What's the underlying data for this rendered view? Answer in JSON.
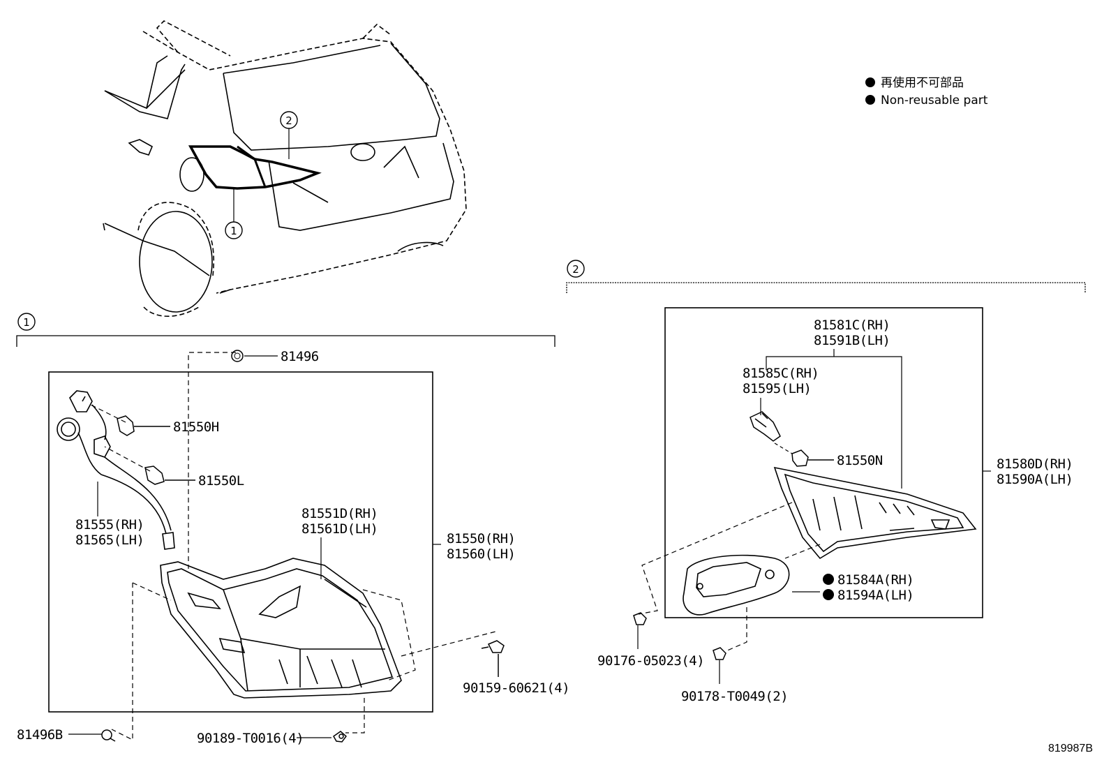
{
  "legend": {
    "marker_color": "#000000",
    "line_jp": "再使用不可部品",
    "line_en": "Non-reusable part"
  },
  "callouts": {
    "one": "1",
    "two": "2"
  },
  "section1": {
    "label": "1",
    "parts": {
      "p81496": "81496",
      "p81550H": "81550H",
      "p81550L": "81550L",
      "p81555": "81555(RH)",
      "p81565": "81565(LH)",
      "p81551D": "81551D(RH)",
      "p81561D": "81561D(LH)",
      "p81550RH": "81550(RH)",
      "p81560LH": "81560(LH)",
      "p90159": "90159-60621(4)",
      "p81496B": "81496B",
      "p90189": "90189-T0016(4)"
    }
  },
  "section2": {
    "label": "2",
    "parts": {
      "p81581C": "81581C(RH)",
      "p81591B": "81591B(LH)",
      "p81585C": "81585C(RH)",
      "p81595": "81595(LH)",
      "p81550N": "81550N",
      "p81580D": "81580D(RH)",
      "p81590A": "81590A(LH)",
      "p81584A": "81584A(RH)",
      "p81594A": "81594A(LH)",
      "p90176": "90176-05023(4)",
      "p90178": "90178-T0049(2)"
    }
  },
  "figure_ref": "819987B"
}
